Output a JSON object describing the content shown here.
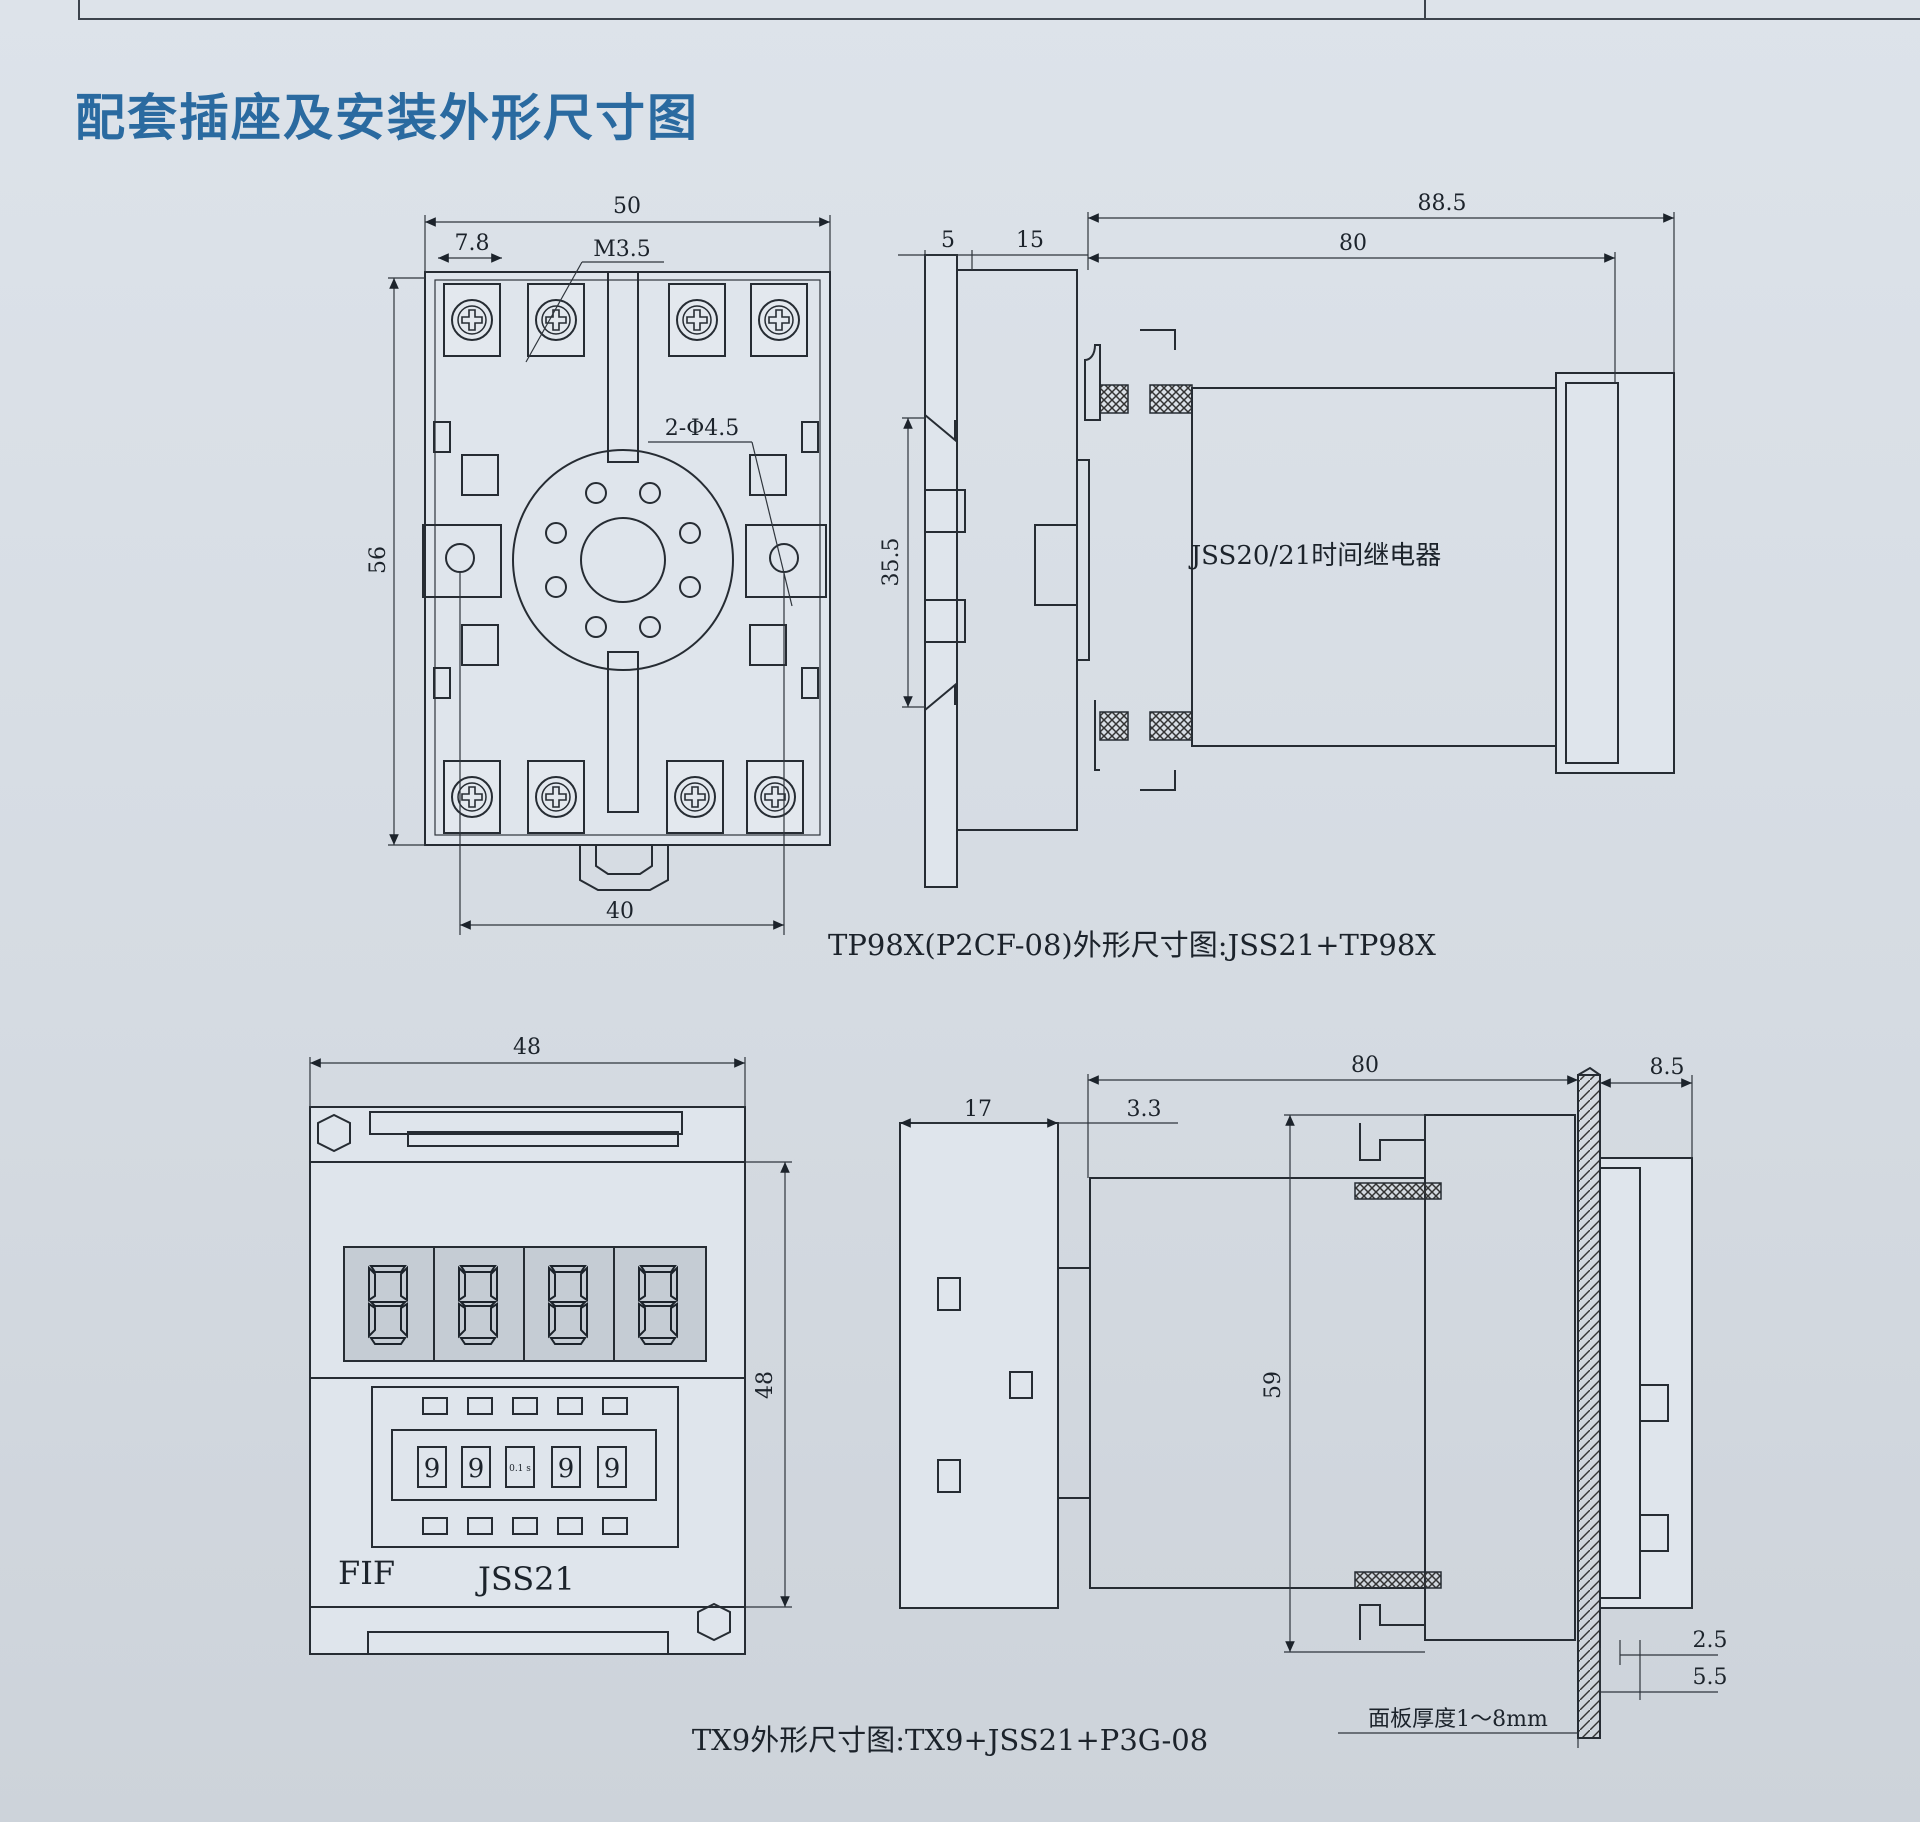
{
  "section_title": "配套插座及安装外形尺寸图",
  "figure1": {
    "caption": "TP98X(P2CF-08)外形尺寸图:JSS21+TP98X",
    "front": {
      "dim_width": "50",
      "dim_pitch": "7.8",
      "dim_screw": "M3.5",
      "dim_hole": "2-Φ4.5",
      "dim_height": "56",
      "dim_hole_spacing": "40"
    },
    "side": {
      "dim_total": "88.5",
      "dim_body": "80",
      "dim_a": "5",
      "dim_b": "15",
      "dim_rail": "35.5",
      "relay_label": "JSS20/21时间继电器"
    }
  },
  "figure2": {
    "caption": "TX9外形尺寸图:TX9+JSS21+P3G-08",
    "front": {
      "dim_width": "48",
      "dim_height": "48",
      "brand": "FIF",
      "model": "JSS21",
      "digits": [
        "9",
        "9",
        "0.1 s",
        "9",
        "9"
      ]
    },
    "side": {
      "dim_80": "80",
      "dim_8_5": "8.5",
      "dim_17": "17",
      "dim_3_3": "3.3",
      "dim_59": "59",
      "dim_2_5": "2.5",
      "dim_5_5": "5.5",
      "panel_label": "面板厚度1～8mm"
    }
  }
}
